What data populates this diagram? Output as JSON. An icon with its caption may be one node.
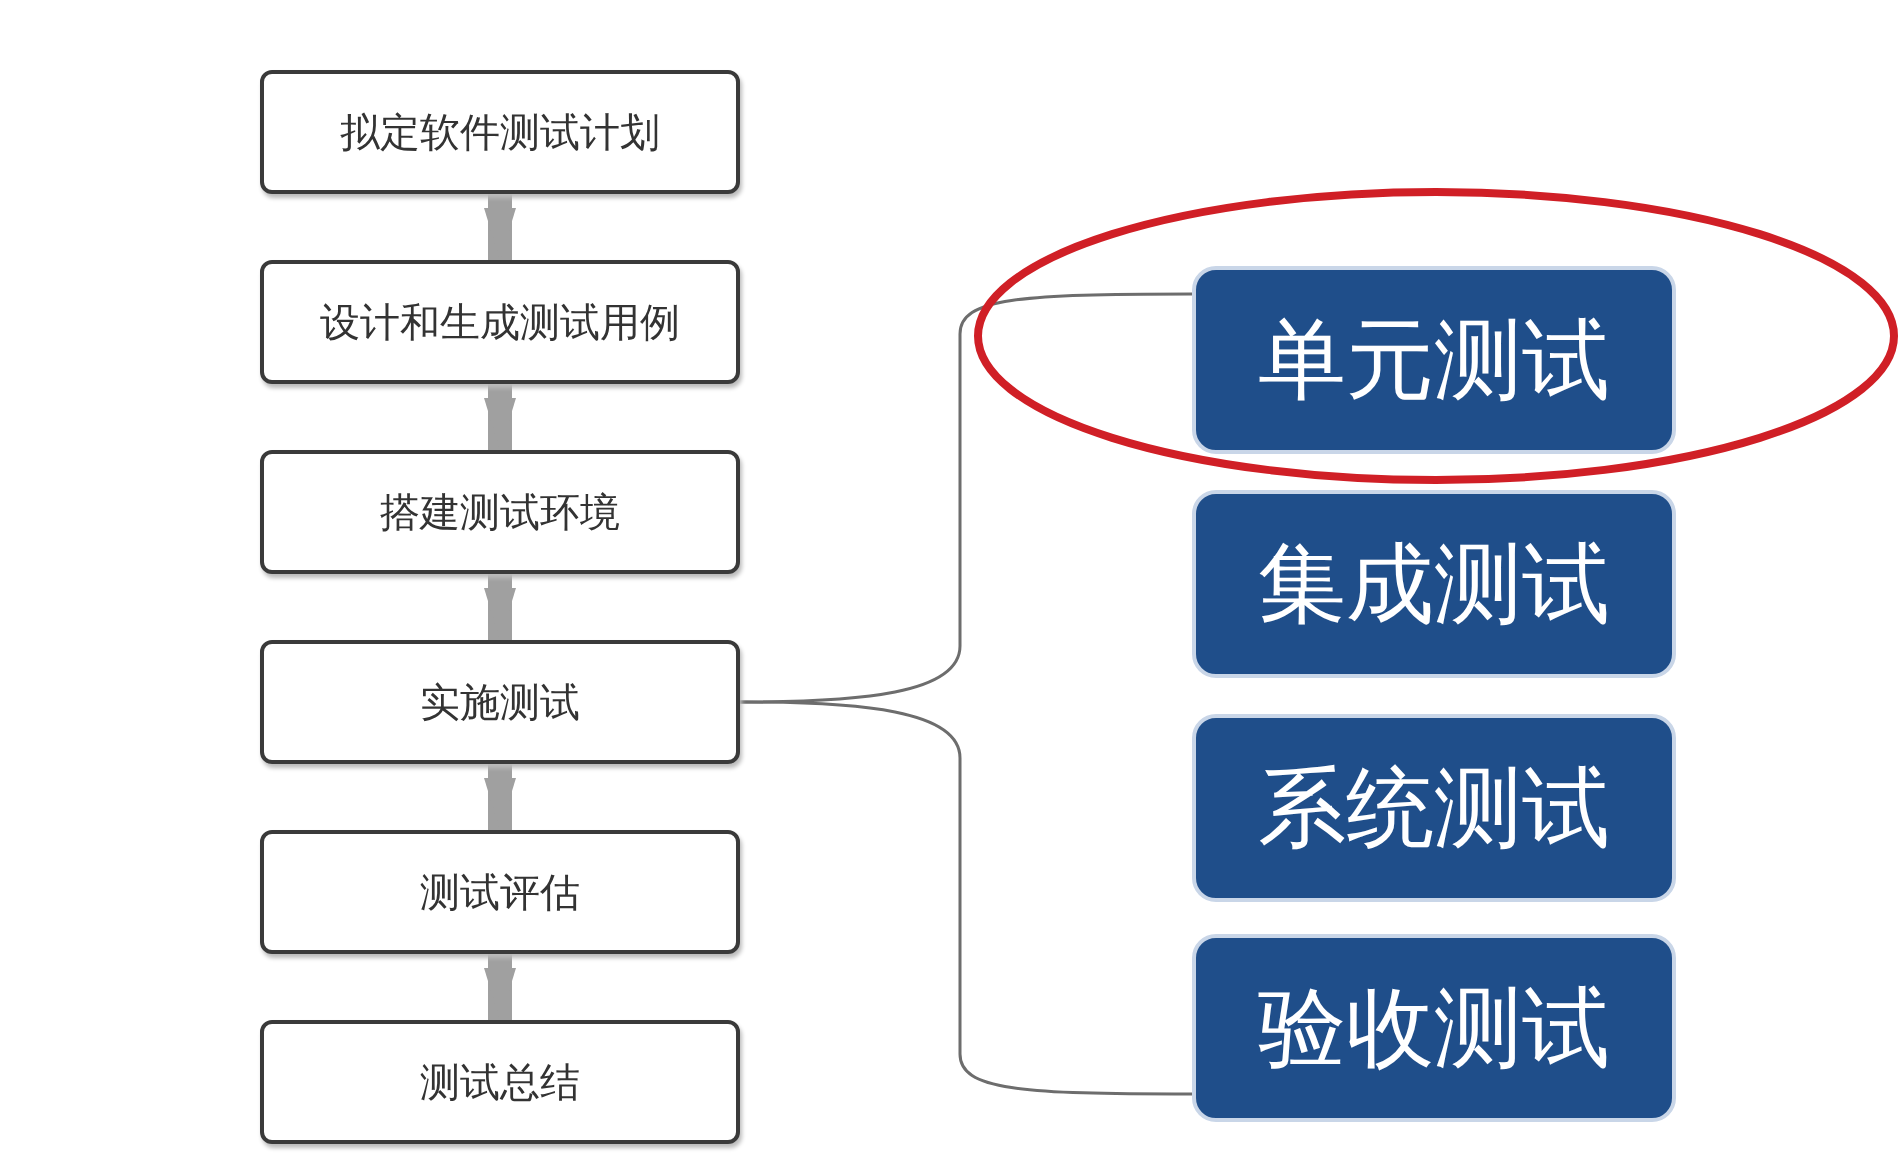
{
  "diagram": {
    "nodes": [
      {
        "text": [
          "拟定软件测试计划"
        ]
      },
      {
        "text": [
          "设计和生成测试用例"
        ]
      },
      {
        "text": [
          "搭建测试环境"
        ]
      },
      {
        "text": [
          "实施测试"
        ]
      },
      {
        "text": [
          "测试评估"
        ]
      },
      {
        "text": [
          "测试总结"
        ]
      },
      {
        "text": [
          "单元测试"
        ]
      },
      {
        "text": [
          "集成测试"
        ]
      },
      {
        "text": [
          "系统测试"
        ]
      },
      {
        "text": [
          "验收测试"
        ]
      }
    ],
    "edges": [
      {
        "from": 0,
        "to": 1,
        "arrow": "to"
      },
      {
        "from": 1,
        "to": 2,
        "arrow": "to"
      },
      {
        "from": 2,
        "to": 3,
        "arrow": "to"
      },
      {
        "from": 3,
        "to": 4,
        "arrow": "to"
      },
      {
        "from": 4,
        "to": 5,
        "arrow": "to"
      },
      {
        "from": 3,
        "to": 6,
        "arrow": "none"
      },
      {
        "from": 3,
        "to": 9,
        "arrow": "none"
      }
    ]
  }
}
